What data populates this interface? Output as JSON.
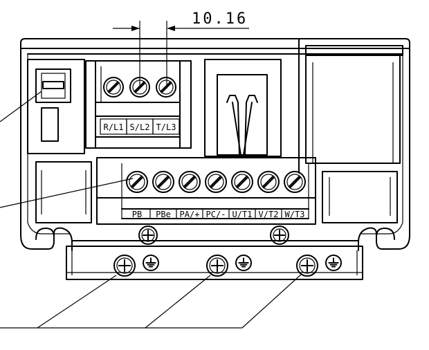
{
  "dimension_label": "10.16",
  "main_terminals": [
    "R/L1",
    "S/L2",
    "T/L3"
  ],
  "output_terminals": [
    "PB",
    "PBe",
    "PA/+",
    "PC/-",
    "U/T1",
    "V/T2",
    "W/T3"
  ],
  "ground_symbol": "ground-icon",
  "screw_symbol": "screw-icon"
}
